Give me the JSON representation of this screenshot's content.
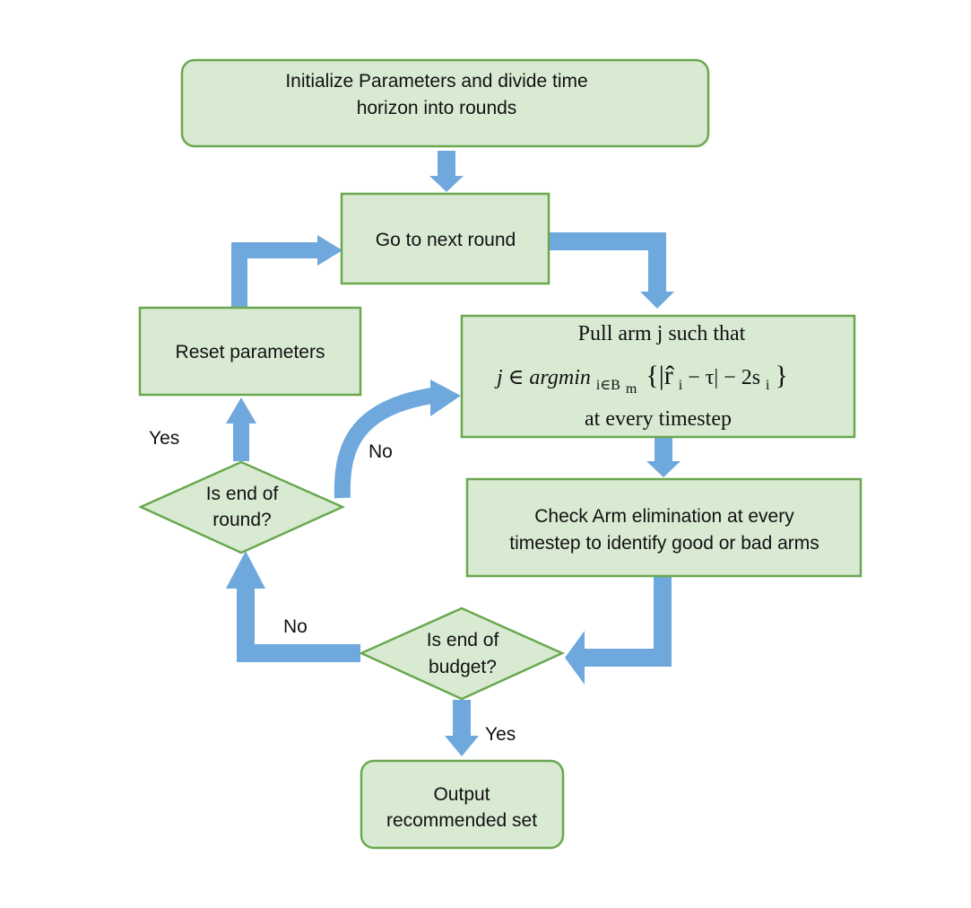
{
  "colors": {
    "node_fill": "#d9ead3",
    "node_stroke": "#6aa84f",
    "arrow": "#6fa8dc"
  },
  "nodes": {
    "initialize": {
      "line1": "Initialize Parameters and divide time",
      "line2": "horizon into rounds"
    },
    "next_round": {
      "label": "Go to next round"
    },
    "pull_arm": {
      "line1": "Pull arm j such that",
      "formula": {
        "lhs": "j ∈ argmin",
        "sub": "i∈B",
        "subsub": "m",
        "body": "{|r̂",
        "i": "i",
        "rest": " − τ| − 2s",
        "close": "}"
      },
      "line3": "at every timestep"
    },
    "check_elimination": {
      "line1": "Check Arm elimination at every",
      "line2": "timestep to identify good or bad arms"
    },
    "end_budget": {
      "line1": "Is end of",
      "line2": "budget?"
    },
    "end_round": {
      "line1": "Is end of",
      "line2": "round?"
    },
    "reset": {
      "label": "Reset parameters"
    },
    "output": {
      "line1": "Output",
      "line2": "recommended set"
    }
  },
  "edge_labels": {
    "round_yes": "Yes",
    "round_no": "No",
    "budget_no": "No",
    "budget_yes": "Yes"
  }
}
